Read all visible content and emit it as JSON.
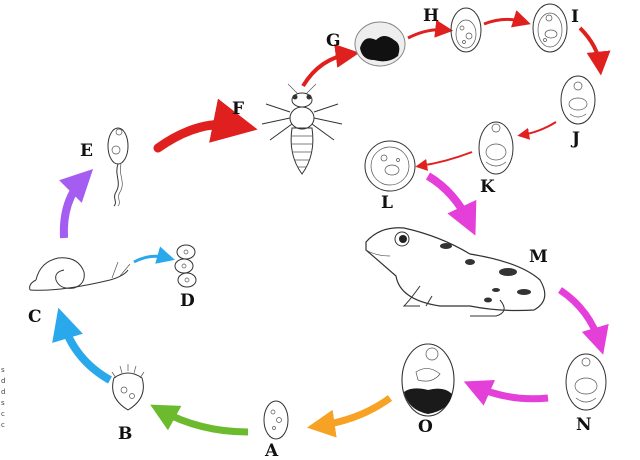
{
  "diagram": {
    "stage_labels": {
      "A": "A",
      "B": "B",
      "C": "C",
      "D": "D",
      "E": "E",
      "F": "F",
      "G": "G",
      "H": "H",
      "I": "I",
      "J": "J",
      "K": "K",
      "L": "L",
      "M": "M",
      "N": "N",
      "O": "O"
    },
    "edge_marks": [
      "s",
      "d",
      "d",
      "s",
      "c",
      "c"
    ],
    "colors": {
      "red": "#e0201e",
      "purple": "#a55cf0",
      "cyan": "#2aa8ec",
      "magenta": "#e43fd8",
      "orange": "#f7a224",
      "green": "#6cbb2e"
    }
  }
}
